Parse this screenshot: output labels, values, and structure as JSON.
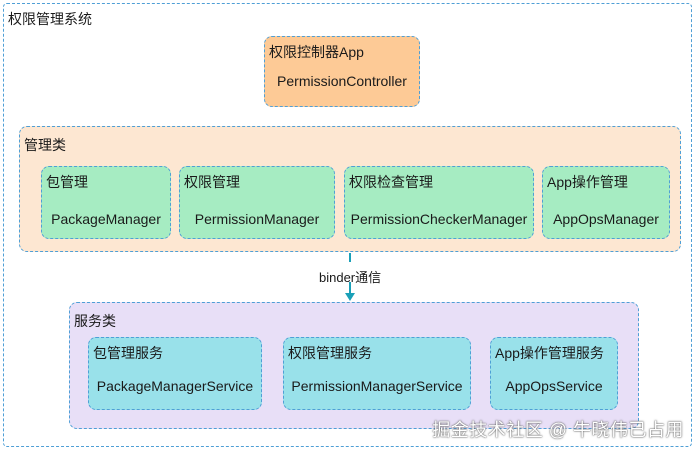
{
  "outer": {
    "title": "权限管理系统"
  },
  "controller": {
    "title": "权限控制器App",
    "subtitle": "PermissionController"
  },
  "manager_group": {
    "title": "管理类",
    "items": [
      {
        "title": "包管理",
        "subtitle": "PackageManager"
      },
      {
        "title": "权限管理",
        "subtitle": "PermissionManager"
      },
      {
        "title": "权限检查管理",
        "subtitle": "PermissionCheckerManager"
      },
      {
        "title": "App操作管理",
        "subtitle": "AppOpsManager"
      }
    ]
  },
  "edge": {
    "label": "binder通信"
  },
  "service_group": {
    "title": "服务类",
    "items": [
      {
        "title": "包管理服务",
        "subtitle": "PackageManagerService"
      },
      {
        "title": "权限管理服务",
        "subtitle": "PermissionManagerService"
      },
      {
        "title": "App操作管理服务",
        "subtitle": "AppOpsService"
      }
    ]
  },
  "watermark": "掘金技术社区 @ 牛晓伟已占用",
  "colors": {
    "border": "#4f9fd6",
    "controller_fill": "#fdca96",
    "manager_group_fill": "#fde7d2",
    "manager_item_fill": "#a6ecc2",
    "service_group_fill": "#e8dff7",
    "service_item_fill": "#99e1ea",
    "arrow": "#1aa0b8"
  }
}
